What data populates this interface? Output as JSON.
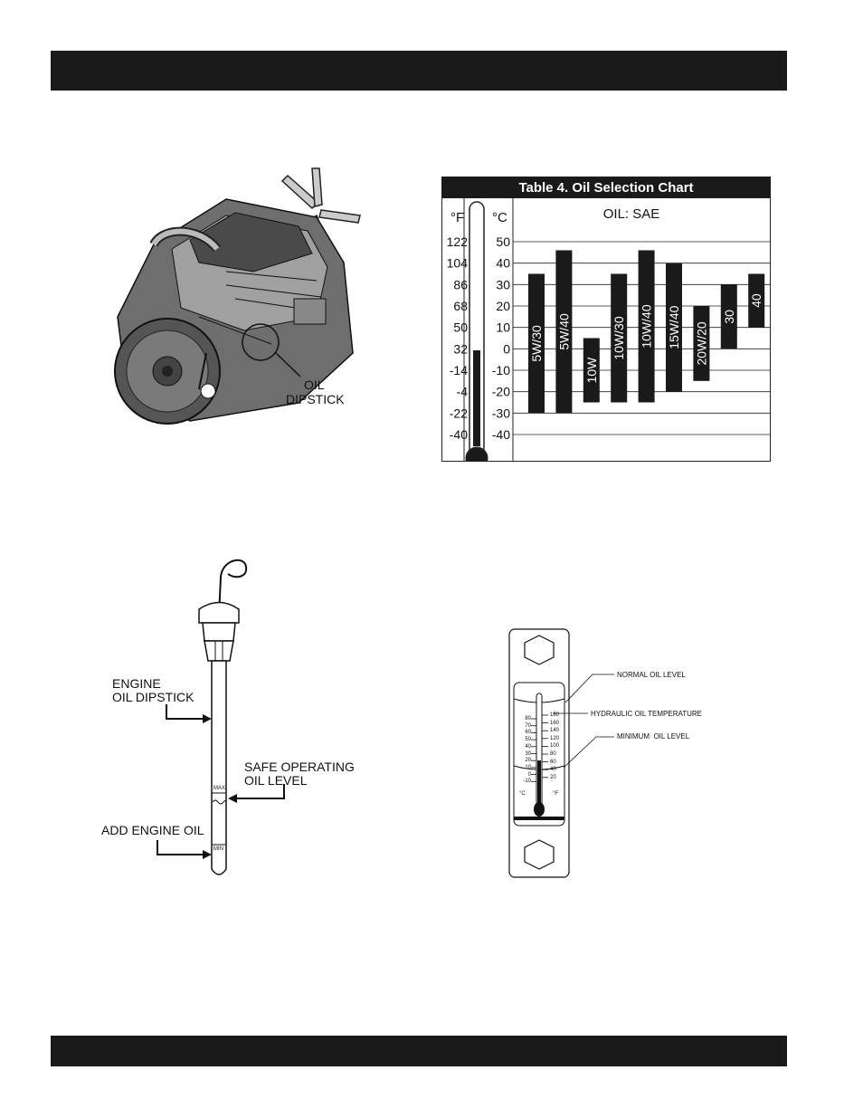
{
  "header_bar": {
    "color": "#1a1a1a"
  },
  "footer_bar": {
    "color": "#1a1a1a"
  },
  "engine_figure": {
    "callout": [
      "OIL",
      "DIPSTICK"
    ]
  },
  "oil_chart": {
    "title": "Table 4. Oil Selection Chart",
    "fahrenheit_header": "°F",
    "celsius_header": "°C",
    "oil_header": "OIL: SAE",
    "fahrenheit_ticks": [
      "122",
      "104",
      "86",
      "68",
      "50",
      "32",
      "-14",
      "-4",
      "-22",
      "-40"
    ],
    "celsius_ticks": [
      "50",
      "40",
      "30",
      "20",
      "10",
      "0",
      "-10",
      "-20",
      "-30",
      "-40"
    ]
  },
  "chart_data": {
    "type": "bar",
    "title": "Table 4. Oil Selection Chart",
    "ylabel": "°C",
    "ylim": [
      -40,
      50
    ],
    "categories": [
      "5W/30",
      "5W/40",
      "10W",
      "10W/30",
      "10W/40",
      "15W/40",
      "20W/20",
      "30",
      "40"
    ],
    "ranges": [
      {
        "name": "5W/30",
        "low": -30,
        "high": 35
      },
      {
        "name": "5W/40",
        "low": -30,
        "high": 46
      },
      {
        "name": "10W",
        "low": -25,
        "high": 5
      },
      {
        "name": "10W/30",
        "low": -25,
        "high": 35
      },
      {
        "name": "10W/40",
        "low": -25,
        "high": 46
      },
      {
        "name": "15W/40",
        "low": -20,
        "high": 40
      },
      {
        "name": "20W/20",
        "low": -15,
        "high": 20
      },
      {
        "name": "30",
        "low": 0,
        "high": 30
      },
      {
        "name": "40",
        "low": 10,
        "high": 35
      }
    ],
    "grid": true
  },
  "dipstick_figure": {
    "engine_label": [
      "ENGINE",
      "OIL DIPSTICK"
    ],
    "safe_label": [
      "SAFE OPERATING",
      "OIL LEVEL"
    ],
    "add_label": "ADD ENGINE OIL",
    "max_mark": "MAX",
    "min_mark": "MIN"
  },
  "gauge_figure": {
    "normal_label": "NORMAL OIL LEVEL",
    "temp_label": "HYDRAULIC OIL TEMPERATURE",
    "minimum_label": "MINIMUM  OIL LEVEL",
    "c_scale": [
      "80",
      "70",
      "60",
      "50",
      "40",
      "30",
      "20",
      "10",
      "0",
      "-10"
    ],
    "f_scale": [
      "180",
      "160",
      "140",
      "120",
      "100",
      "80",
      "60",
      "40",
      "20"
    ],
    "c_unit": "°C",
    "f_unit": "°F"
  }
}
